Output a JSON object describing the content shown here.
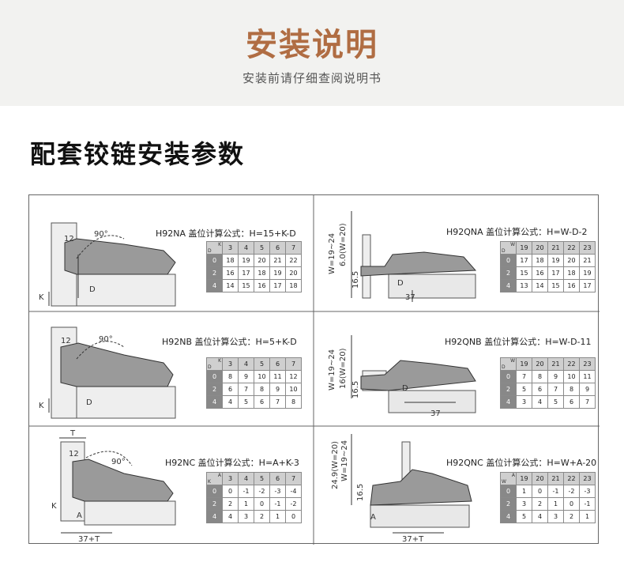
{
  "header": {
    "title": "安装说明",
    "subtitle": "安装前请仔细查阅说明书"
  },
  "section_title": "配套铰链安装参数",
  "colors": {
    "accent": "#b06d43",
    "table_row_header": "#888888",
    "table_col_header": "#cfcfcf"
  },
  "panels": [
    {
      "formula": "H92NA 盖位计算公式：H=15+K-D",
      "corner": {
        "top": "K",
        "bottom": "D"
      },
      "cols": [
        "3",
        "4",
        "5",
        "6",
        "7"
      ],
      "rows": [
        {
          "h": "0",
          "v": [
            "18",
            "19",
            "20",
            "21",
            "22"
          ]
        },
        {
          "h": "2",
          "v": [
            "16",
            "17",
            "18",
            "19",
            "20"
          ]
        },
        {
          "h": "4",
          "v": [
            "14",
            "15",
            "16",
            "17",
            "18"
          ]
        }
      ],
      "labels": {
        "a": "12",
        "b": "90°",
        "c": "D",
        "d": "K"
      }
    },
    {
      "formula": "H92QNA 盖位计算公式：H=W-D-2",
      "corner": {
        "top": "W",
        "bottom": "D"
      },
      "cols": [
        "19",
        "20",
        "21",
        "22",
        "23"
      ],
      "rows": [
        {
          "h": "0",
          "v": [
            "17",
            "18",
            "19",
            "20",
            "21"
          ]
        },
        {
          "h": "2",
          "v": [
            "15",
            "16",
            "17",
            "18",
            "19"
          ]
        },
        {
          "h": "4",
          "v": [
            "13",
            "14",
            "15",
            "16",
            "17"
          ]
        }
      ],
      "labels": {
        "a": "W=19~24",
        "b": "6.0(W=20)",
        "c": "16.5",
        "d": "D",
        "e": "37"
      }
    },
    {
      "formula": "H92NB 盖位计算公式：H=5+K-D",
      "corner": {
        "top": "K",
        "bottom": "D"
      },
      "cols": [
        "3",
        "4",
        "5",
        "6",
        "7"
      ],
      "rows": [
        {
          "h": "0",
          "v": [
            "8",
            "9",
            "10",
            "11",
            "12"
          ]
        },
        {
          "h": "2",
          "v": [
            "6",
            "7",
            "8",
            "9",
            "10"
          ]
        },
        {
          "h": "4",
          "v": [
            "4",
            "5",
            "6",
            "7",
            "8"
          ]
        }
      ],
      "labels": {
        "a": "12",
        "b": "90°",
        "c": "D",
        "d": "K"
      }
    },
    {
      "formula": "H92QNB 盖位计算公式：H=W-D-11",
      "corner": {
        "top": "W",
        "bottom": "D"
      },
      "cols": [
        "19",
        "20",
        "21",
        "22",
        "23"
      ],
      "rows": [
        {
          "h": "0",
          "v": [
            "7",
            "8",
            "9",
            "10",
            "11"
          ]
        },
        {
          "h": "2",
          "v": [
            "5",
            "6",
            "7",
            "8",
            "9"
          ]
        },
        {
          "h": "4",
          "v": [
            "3",
            "4",
            "5",
            "6",
            "7"
          ]
        }
      ],
      "labels": {
        "a": "W=19~24",
        "b": "16(W=20)",
        "c": "16.5",
        "d": "D",
        "e": "37"
      }
    },
    {
      "formula": "H92NC 盖位计算公式：H=A+K-3",
      "corner": {
        "top": "A",
        "bottom": "K"
      },
      "cols": [
        "3",
        "4",
        "5",
        "6",
        "7"
      ],
      "rows": [
        {
          "h": "0",
          "v": [
            "0",
            "-1",
            "-2",
            "-3",
            "-4"
          ]
        },
        {
          "h": "2",
          "v": [
            "2",
            "1",
            "0",
            "-1",
            "-2"
          ]
        },
        {
          "h": "4",
          "v": [
            "4",
            "3",
            "2",
            "1",
            "0"
          ]
        }
      ],
      "labels": {
        "a": "12",
        "b": "90°",
        "c": "A",
        "d": "K",
        "e": "T",
        "f": "37+T"
      }
    },
    {
      "formula": "H92QNC 盖位计算公式：H=W+A-20",
      "corner": {
        "top": "A",
        "bottom": "W"
      },
      "cols": [
        "19",
        "20",
        "21",
        "22",
        "23"
      ],
      "rows": [
        {
          "h": "0",
          "v": [
            "1",
            "0",
            "-1",
            "-2",
            "-3"
          ]
        },
        {
          "h": "2",
          "v": [
            "3",
            "2",
            "1",
            "0",
            "-1"
          ]
        },
        {
          "h": "4",
          "v": [
            "5",
            "4",
            "3",
            "2",
            "1"
          ]
        }
      ],
      "labels": {
        "a": "24.9(W=20)",
        "b": "W=19~24",
        "c": "16.5",
        "d": "A",
        "e": "37+T"
      }
    }
  ]
}
